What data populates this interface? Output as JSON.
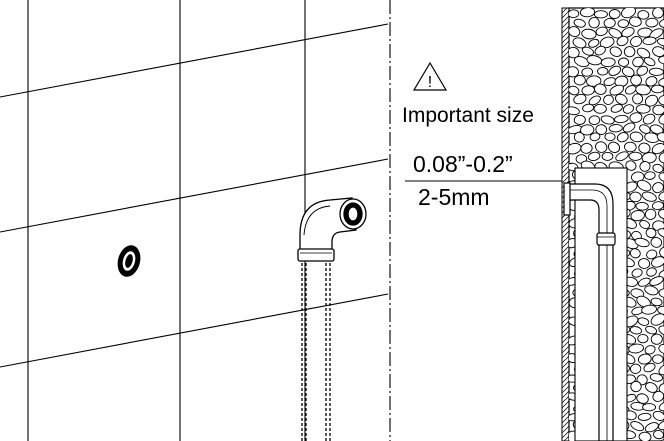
{
  "warning": {
    "icon": "warning-triangle-icon",
    "symbol": "!",
    "text": "Important size"
  },
  "dimension": {
    "imperial": "0.08”-0.2”",
    "metric": "2-5mm"
  },
  "colors": {
    "ink": "#000000",
    "paper": "#ffffff"
  }
}
